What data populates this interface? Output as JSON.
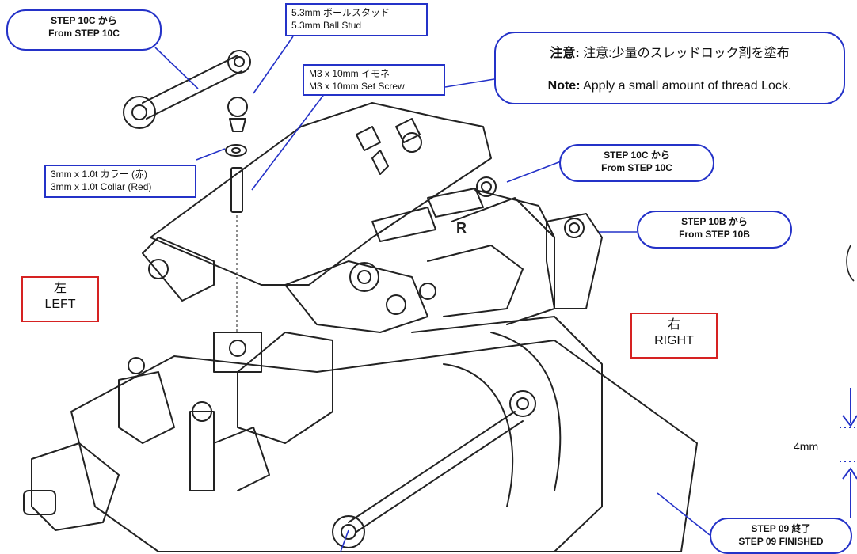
{
  "callouts": {
    "top_left": {
      "jp": "STEP 10C から",
      "en": "From STEP 10C"
    },
    "ball_stud": {
      "jp": "5.3mm ボールスタッド",
      "en": "5.3mm Ball Stud"
    },
    "set_screw": {
      "jp": "M3 x 10mm イモネ",
      "en": "M3 x 10mm Set Screw"
    },
    "collar": {
      "jp": "3mm x 1.0t カラー (赤)",
      "en": "3mm x 1.0t Collar (Red)"
    },
    "right_10c": {
      "jp": "STEP 10C から",
      "en": "From STEP 10C"
    },
    "right_10b": {
      "jp": "STEP 10B から",
      "en": "From STEP 10B"
    },
    "finished": {
      "jp": "STEP 09 終了",
      "en": "STEP 09 FINISHED"
    }
  },
  "note": {
    "jp_label": "注意:",
    "jp_text": "注意:少量のスレッドロック剤を塗布",
    "en_label": "Note:",
    "en_text": "Apply a small amount of thread Lock."
  },
  "sides": {
    "left": {
      "jp": "左",
      "en": "LEFT"
    },
    "right": {
      "jp": "右",
      "en": "RIGHT"
    }
  },
  "dimension": "4mm",
  "part_marking": "R",
  "colors": {
    "callout_border": "#2432c8",
    "side_border": "#d62222",
    "line": "#111111"
  }
}
